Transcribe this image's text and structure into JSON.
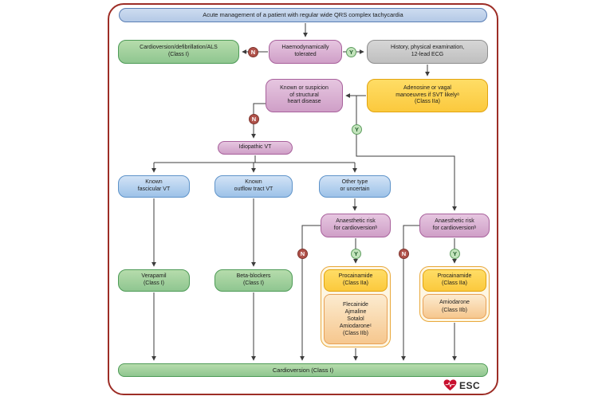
{
  "title": "Acute management of a patient with regular wide QRS complex tachycardia",
  "nodes": {
    "haemo": "Haemodynamically\ntolerated",
    "cardioversion_als": "Cardioversion/defibrillation/ALS\n(Class I)",
    "history": "History, physical examination,\n12-lead ECG",
    "adenosine": "Adenosine or vagal\nmanoeuvres if SVT likelyᵃ\n(Class IIa)",
    "structural": "Known or suspicion\nof structural\nheart disease",
    "idiopathic": "Idiopathic VT",
    "fascicular": "Known\nfascicular VT",
    "outflow": "Known\noutflow tract VT",
    "other": "Other type\nor uncertain",
    "anaesthetic_left": "Anaesthetic risk\nfor cardioversionᵇ",
    "anaesthetic_right": "Anaesthetic risk\nfor cardioversionᵇ",
    "verapamil": "Verapamil\n(Class I)",
    "beta_blockers": "Beta-blockers\n(Class I)",
    "procainamide_left": "Procainamide\n(Class IIa)",
    "flecainide_group": "Flecainide\nAjmaline\nSotalol\nAmiodaroneᶜ\n(Class IIb)",
    "procainamide_right": "Procainamide\n(Class IIa)",
    "amiodarone": "Amiodarone\n(Class IIb)",
    "cardioversion_final": "Cardioversion (Class I)"
  },
  "badges": {
    "no": "N",
    "yes": "Y"
  },
  "logo": {
    "text": "ESC"
  },
  "colors": {
    "frame_border": "#9d2d26",
    "banner_blue": "#bed0e7",
    "pink": "#d8aace",
    "green": "#a3d09c",
    "gray": "#cccccc",
    "yellow": "#fdd34f",
    "blue": "#aecbed",
    "peach": "#f9d6a4",
    "no_badge": "#b0524a",
    "yes_badge": "#c3e4bc",
    "esc_red": "#c8102e"
  }
}
